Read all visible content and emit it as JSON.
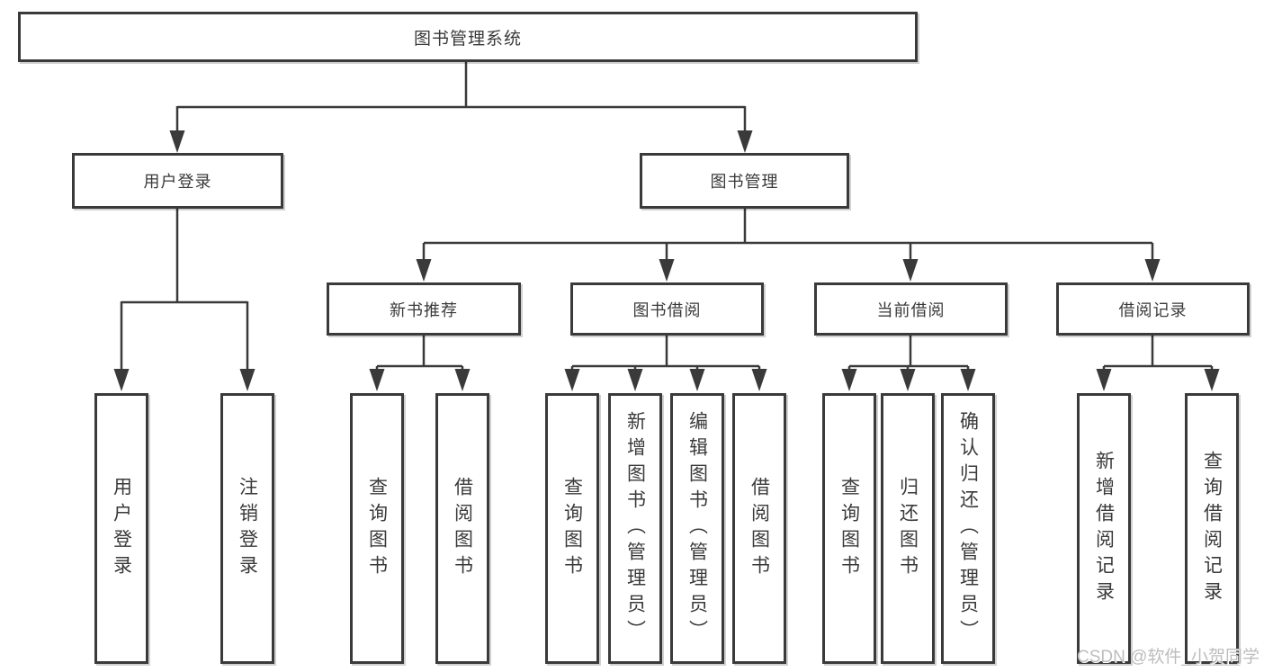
{
  "diagram": {
    "root": {
      "label": "图书管理系统",
      "children": [
        {
          "label": "用户登录",
          "children": [
            {
              "label": "用户登录"
            },
            {
              "label": "注销登录"
            }
          ]
        },
        {
          "label": "图书管理",
          "children": [
            {
              "label": "新书推荐",
              "children": [
                {
                  "label": "查询图书"
                },
                {
                  "label": "借阅图书"
                }
              ]
            },
            {
              "label": "图书借阅",
              "children": [
                {
                  "label": "查询图书"
                },
                {
                  "label": "新增图书（管理员）"
                },
                {
                  "label": "编辑图书（管理员）"
                },
                {
                  "label": "借阅图书"
                }
              ]
            },
            {
              "label": "当前借阅",
              "children": [
                {
                  "label": "查询图书"
                },
                {
                  "label": "归还图书"
                },
                {
                  "label": "确认归还（管理员）"
                }
              ]
            },
            {
              "label": "借阅记录",
              "children": [
                {
                  "label": "新增借阅记录"
                },
                {
                  "label": "查询借阅记录"
                }
              ]
            }
          ]
        }
      ]
    },
    "watermark": "CSDN @软件_小贺同学",
    "colors": {
      "line": "#3a3a3a",
      "box_border": "#3a3a3a",
      "text": "#3a3a3a",
      "watermark": "#bdbdbd",
      "background": "#ffffff"
    }
  }
}
